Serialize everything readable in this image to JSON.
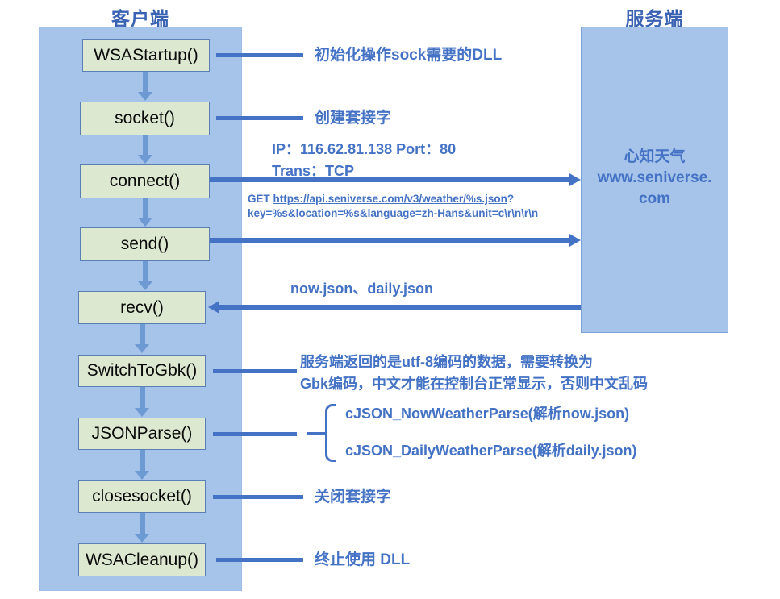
{
  "titles": {
    "client": "客户端",
    "server": "服务端"
  },
  "server": {
    "name": "心知天气",
    "domain_line1": "www.seniverse.",
    "domain_line2": "com"
  },
  "flow": {
    "steps": [
      {
        "label": "WSAStartup()"
      },
      {
        "label": "socket()"
      },
      {
        "label": "connect()"
      },
      {
        "label": "send()"
      },
      {
        "label": "recv()"
      },
      {
        "label": "SwitchToGbk()"
      },
      {
        "label": "JSONParse()"
      },
      {
        "label": "closesocket()"
      },
      {
        "label": "WSACleanup()"
      }
    ]
  },
  "annotations": {
    "wsastartup": "初始化操作sock需要的DLL",
    "socket": "创建套接字",
    "connect_ip_line1": "IP：116.62.81.138  Port：80",
    "connect_ip_line2": "Trans：TCP",
    "send_request_prefix": "GET ",
    "send_request_url": "https://api.seniverse.com/v3/weather/%s.json",
    "send_request_suffix": "?key=%s&location=%s&language=zh-Hans&unit=c\\r\\n\\r\\n",
    "recv_payload": "now.json、daily.json",
    "switchtogbk_line1": "服务端返回的是utf-8编码的数据，需要转换为",
    "switchtogbk_line2": "Gbk编码，中文才能在控制台正常显示，否则中文乱码",
    "jsonparse_item1": "cJSON_NowWeatherParse(解析now.json)",
    "jsonparse_item2": "cJSON_DailyWeatherParse(解析daily.json)",
    "closesocket": "关闭套接字",
    "wsacleanup": "终止使用 DLL"
  },
  "colors": {
    "panel_blue": "#a6c3ea",
    "box_green": "#dce9d0",
    "accent_blue": "#4472c4",
    "arrow_blue": "#6e9ad4",
    "title_blue": "#3a63b3"
  }
}
